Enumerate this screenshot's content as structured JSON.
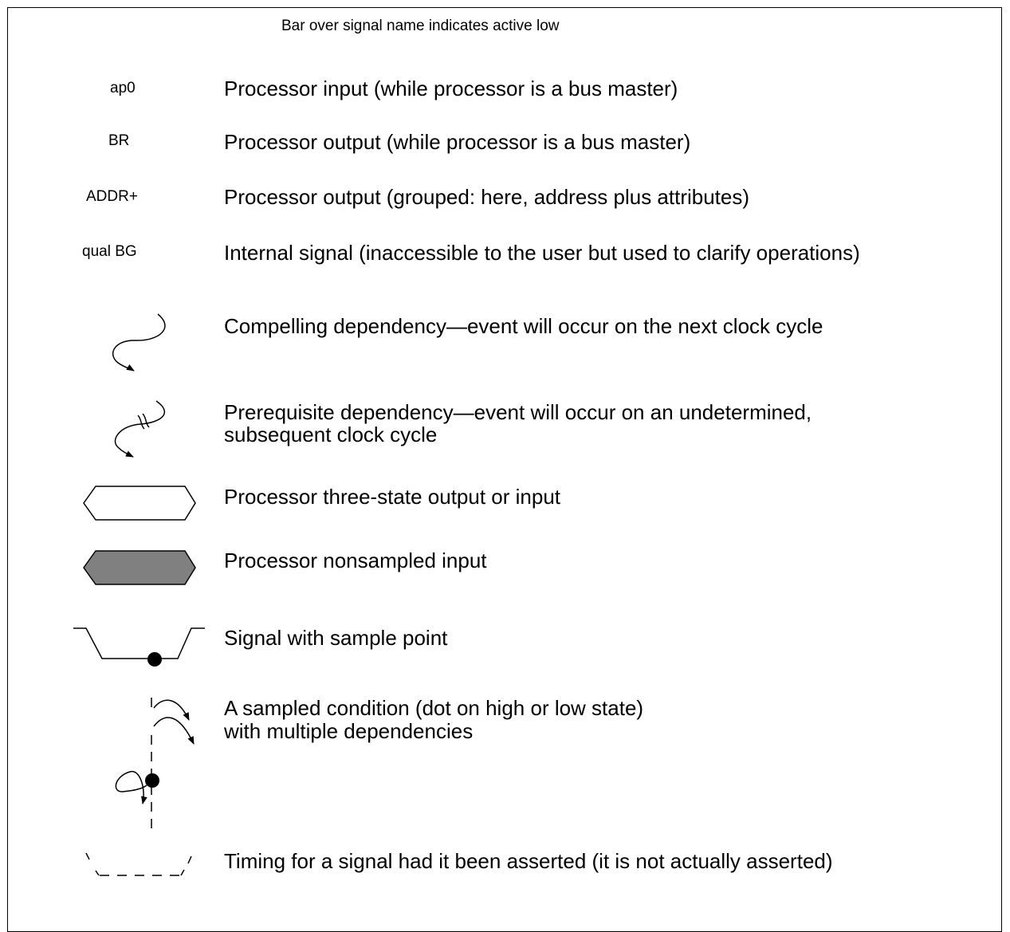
{
  "header": "Bar over signal name indicates active low",
  "signals": [
    {
      "name": "ap0",
      "description": "Processor input (while processor is a bus master)"
    },
    {
      "name": "BR",
      "description": "Processor output (while processor is a bus master)"
    },
    {
      "name": "ADDR+",
      "description": "Processor output (grouped: here, address plus attributes)"
    },
    {
      "name": "qual BG",
      "description": "Internal signal (inaccessible to the user but used to clarify operations)"
    }
  ],
  "symbols": [
    {
      "icon": "compelling-dependency-arrow-icon",
      "description": "Compelling dependency—event will occur on the next clock cycle"
    },
    {
      "icon": "prerequisite-dependency-arrow-icon",
      "description_line1": "Prerequisite dependency—event will occur on an undetermined,",
      "description_line2": "subsequent clock cycle"
    },
    {
      "icon": "three-state-hexagon-icon",
      "description": "Processor three-state output or input"
    },
    {
      "icon": "nonsampled-input-hexagon-icon",
      "description": "Processor nonsampled input",
      "fill": "#808080"
    },
    {
      "icon": "sample-point-signal-icon",
      "description": "Signal with sample point"
    },
    {
      "icon": "sampled-condition-icon",
      "description_line1": "A sampled condition (dot on high or low state)",
      "description_line2": "with multiple dependencies"
    },
    {
      "icon": "unasserted-timing-icon",
      "description": "Timing for a signal had it been asserted (it is not actually asserted)"
    }
  ]
}
